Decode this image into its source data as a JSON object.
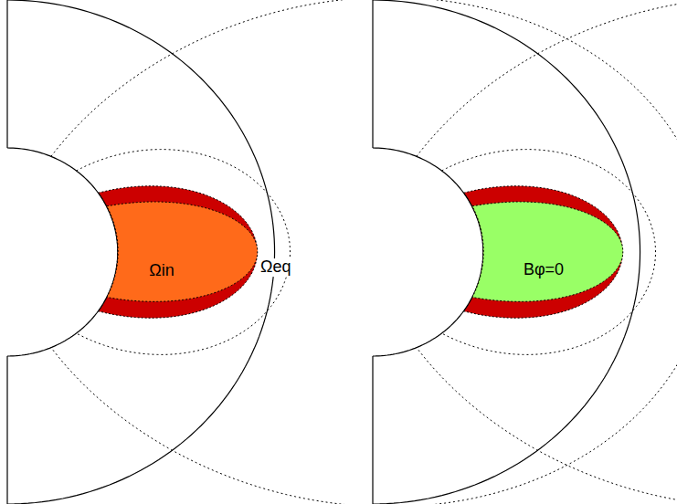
{
  "diagram": {
    "nodes": [
      {
        "text": [
          "Ωin"
        ]
      },
      {
        "text": [
          "Bφ=0"
        ]
      }
    ],
    "labels": [
      "Ωeq"
    ]
  }
}
